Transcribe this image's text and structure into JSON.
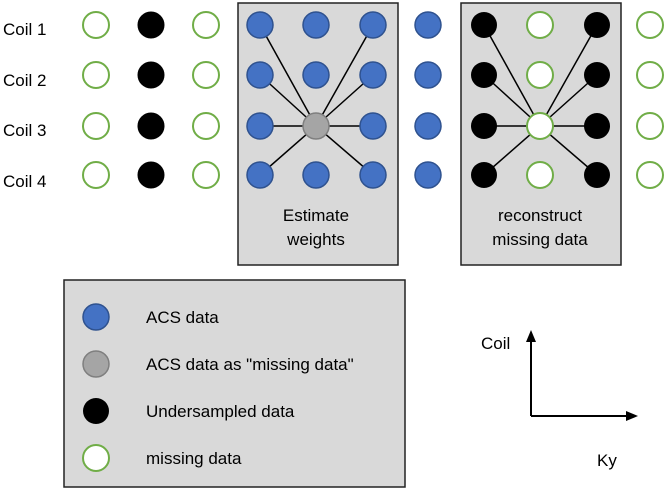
{
  "coil_labels": [
    "Coil 1",
    "Coil 2",
    "Coil 3",
    "Coil 4"
  ],
  "panel_estimate": {
    "line1": "Estimate",
    "line2": "weights"
  },
  "panel_reconstruct": {
    "line1": "reconstruct",
    "line2": "missing data"
  },
  "legend": [
    {
      "kind": "acs",
      "label": "ACS data"
    },
    {
      "kind": "acs-missing",
      "label": "ACS data as \"missing data\""
    },
    {
      "kind": "undersampled",
      "label": "Undersampled data"
    },
    {
      "kind": "missing",
      "label": "missing data"
    }
  ],
  "axes": {
    "y_label": "Coil",
    "x_label": "Ky"
  },
  "colors": {
    "acs": "#4472c4",
    "acs_stroke": "#2f528f",
    "acs_missing": "#a5a5a5",
    "undersampled": "#000000",
    "missing_stroke": "#70ad47",
    "panel_fill": "#d9d9d9"
  }
}
